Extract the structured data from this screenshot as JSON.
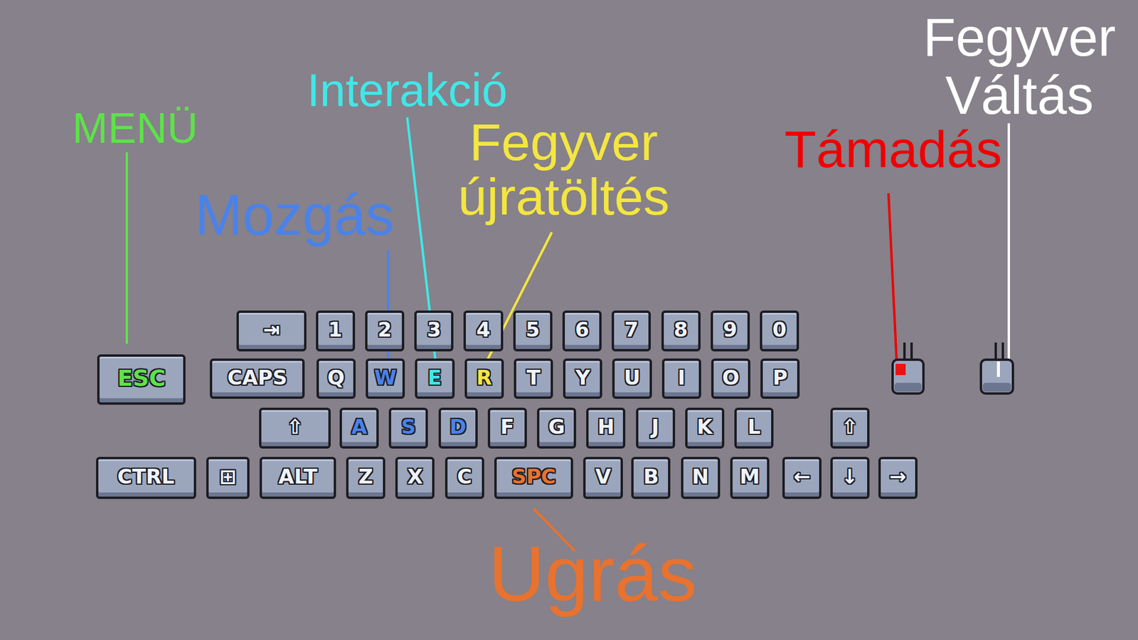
{
  "diagram": {
    "nodes": [
      {
        "text": [
          "⇥"
        ]
      },
      {
        "text": [
          "1"
        ]
      },
      {
        "text": [
          "2"
        ]
      },
      {
        "text": [
          "3"
        ]
      },
      {
        "text": [
          "4"
        ]
      },
      {
        "text": [
          "5"
        ]
      },
      {
        "text": [
          "6"
        ]
      },
      {
        "text": [
          "7"
        ]
      },
      {
        "text": [
          "8"
        ]
      },
      {
        "text": [
          "9"
        ]
      },
      {
        "text": [
          "0"
        ]
      },
      {
        "text": [
          "ESC"
        ]
      },
      {
        "text": [
          "CAPS"
        ]
      },
      {
        "text": [
          "Q"
        ]
      },
      {
        "text": [
          "W"
        ]
      },
      {
        "text": [
          "E"
        ]
      },
      {
        "text": [
          "R"
        ]
      },
      {
        "text": [
          "T"
        ]
      },
      {
        "text": [
          "Y"
        ]
      },
      {
        "text": [
          "U"
        ]
      },
      {
        "text": [
          "I"
        ]
      },
      {
        "text": [
          "O"
        ]
      },
      {
        "text": [
          "P"
        ]
      },
      {
        "text": [
          "⇧"
        ]
      },
      {
        "text": [
          "A"
        ]
      },
      {
        "text": [
          "S"
        ]
      },
      {
        "text": [
          "D"
        ]
      },
      {
        "text": [
          "F"
        ]
      },
      {
        "text": [
          "G"
        ]
      },
      {
        "text": [
          "H"
        ]
      },
      {
        "text": [
          "J"
        ]
      },
      {
        "text": [
          "K"
        ]
      },
      {
        "text": [
          "L"
        ]
      },
      {
        "text": [
          "⇧"
        ]
      },
      {
        "text": [
          "CTRL"
        ]
      },
      {
        "text": [
          "⊞"
        ]
      },
      {
        "text": [
          "ALT"
        ]
      },
      {
        "text": [
          "Z"
        ]
      },
      {
        "text": [
          "X"
        ]
      },
      {
        "text": [
          "C"
        ]
      },
      {
        "text": [
          "SPC"
        ]
      },
      {
        "text": [
          "V"
        ]
      },
      {
        "text": [
          "B"
        ]
      },
      {
        "text": [
          "N"
        ]
      },
      {
        "text": [
          "M"
        ]
      },
      {
        "text": [
          "←"
        ]
      },
      {
        "text": [
          "↓"
        ]
      },
      {
        "text": [
          "→"
        ]
      }
    ],
    "labels": [
      "Fegyver Váltás",
      "MENÜ",
      "Interakció",
      "Fegyver újratöltés",
      "Támadás",
      "Mozgás",
      "Ugrás"
    ]
  }
}
